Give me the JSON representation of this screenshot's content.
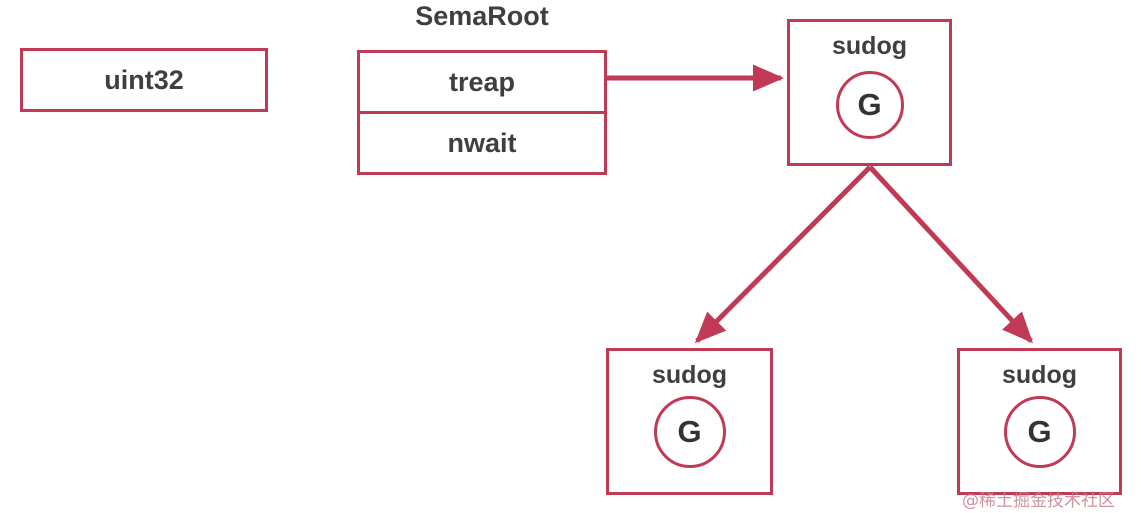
{
  "diagram": {
    "title": "Go runtime semaphore SemaRoot treap of sudog",
    "accent_color": "#c03a56",
    "text_color": "#3f3f3f",
    "background_color": "#ffffff",
    "nodes": {
      "uint32": {
        "label": "uint32"
      },
      "semaroot": {
        "title": "SemaRoot",
        "fields": [
          {
            "label": "treap"
          },
          {
            "label": "nwait"
          }
        ]
      },
      "sudog_root": {
        "label": "sudog",
        "goroutine": "G"
      },
      "sudog_left": {
        "label": "sudog",
        "goroutine": "G"
      },
      "sudog_right": {
        "label": "sudog",
        "goroutine": "G"
      }
    },
    "edges": [
      {
        "from": "treap",
        "to": "sudog_root"
      },
      {
        "from": "sudog_root",
        "to": "sudog_left"
      },
      {
        "from": "sudog_root",
        "to": "sudog_right"
      }
    ],
    "watermark": "@稀土掘金技术社区"
  }
}
